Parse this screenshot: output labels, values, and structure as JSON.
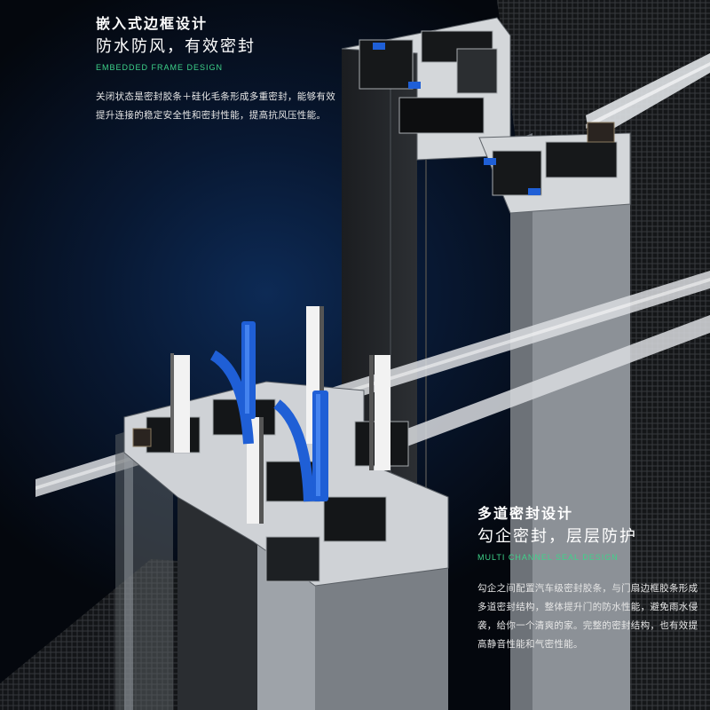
{
  "sections": {
    "embedded_frame": {
      "title": "嵌入式边框设计",
      "subtitle": "防水防风，有效密封",
      "english": "EMBEDDED FRAME DESIGN",
      "description": "关闭状态是密封胶条＋硅化毛条形成多重密封，能够有效提升连接的稳定安全性和密封性能，提高抗风压性能。"
    },
    "multi_channel_seal": {
      "title": "多道密封设计",
      "subtitle": "勾企密封，层层防护",
      "english": "MULTI CHANNEL SEAL DESIGN",
      "description": "勾企之间配置汽车级密封胶条，与门扇边框胶条形成多道密封结构，整体提升门的防水性能，避免雨水侵袭，给你一个清爽的家。完整的密封结构，也有效提高静音性能和气密性能。"
    }
  },
  "colors": {
    "accent_green": "#3ed38a",
    "seal_blue": "#1f5fd6",
    "aluminum": "#c9ccd1"
  }
}
